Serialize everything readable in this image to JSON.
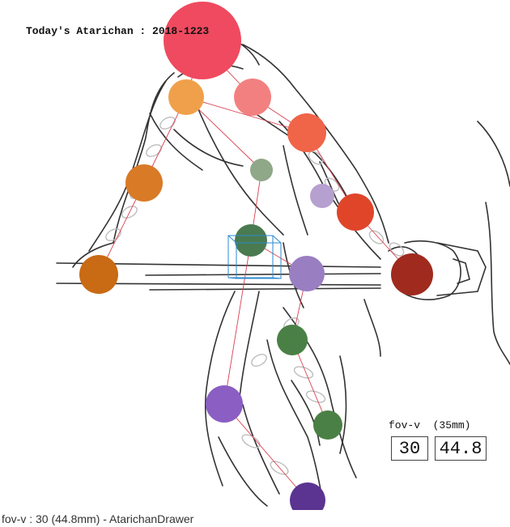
{
  "title": "Today's Atarichan : 2018-1223",
  "fov": {
    "label": "fov-v",
    "mm_label": "(35mm)",
    "value": "30",
    "mm_value": "44.8"
  },
  "status_text": "fov-v : 30 (44.8mm) - AtarichanDrawer",
  "colors": {
    "head": "#ef4a5f",
    "left_shoulder": "#f0a04a",
    "left_elbow": "#d97a26",
    "left_hand": "#c96a14",
    "right_shoulder": "#f38080",
    "right_upper": "#f06448",
    "right_elbow": "#e0452a",
    "right_hand": "#a02a1e",
    "neck": "#8fa888",
    "chest": "#b6a0cf",
    "hips": "#4a7a50",
    "hip_right": "#9a7ec2",
    "knee_left": "#8a5ec2",
    "knee_right": "#4a8045",
    "thigh": "#4a8045",
    "foot": "#5a3490",
    "camera_box": "#2a8ad0",
    "bone_line": "#d94050"
  }
}
